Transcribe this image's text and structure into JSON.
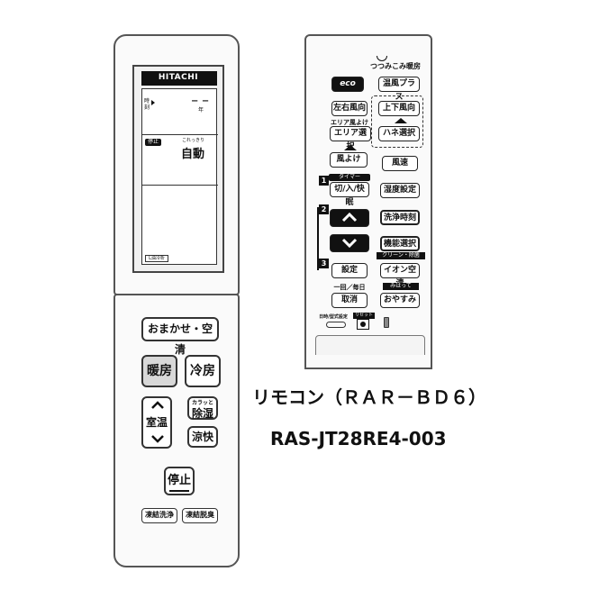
{
  "left_remote": {
    "brand": "HITACHI",
    "lcd": {
      "time_label": "時刻",
      "dash": "− −",
      "year_label": "年",
      "stop_badge": "停止",
      "small_label": "これっきり",
      "mode": "自動",
      "corner_badge": "L油冷析"
    },
    "buttons": {
      "omakase": "おまかせ・空清",
      "heat": "暖房",
      "cool": "冷房",
      "room_temp": "室温",
      "dehumid_top": "カラッと",
      "dehumid": "除湿",
      "cool_comfort": "涼快",
      "stop": "停止",
      "freeze_wash": "凍結洗浄",
      "freeze_deodor": "凍結脱臭"
    }
  },
  "right_remote": {
    "top_label": "つつみこみ暖房",
    "eco": "eco",
    "warm_plus": "温風プラス",
    "lr_wind": "左右風向",
    "ud_wind": "上下風向",
    "area_avoid": "エリア風よけ",
    "area_select": "エリア選択",
    "fin_select": "ハネ選択",
    "wind_avoid": "風よけ",
    "fan_speed": "風速",
    "timer_label": "タイマー",
    "timer": "切/入/快眠",
    "humid_set": "湿度設定",
    "wash_time": "洗浄時刻",
    "func_select": "機能選択",
    "clean_sub": "クリーン・除菌",
    "setting": "設定",
    "ion_clean": "イオン空清",
    "once_daily": "一回／毎日",
    "cancel": "取消",
    "watch_label": "みはって",
    "oyasumi": "おやすみ",
    "datetime_label": "日時/型式設定",
    "reset_label": "リセット",
    "num1": "1",
    "num2": "2",
    "num3": "3"
  },
  "caption": {
    "title": "リモコン（ＲＡＲ－ＢＤ６）",
    "model": "RAS-JT28RE4-003"
  }
}
